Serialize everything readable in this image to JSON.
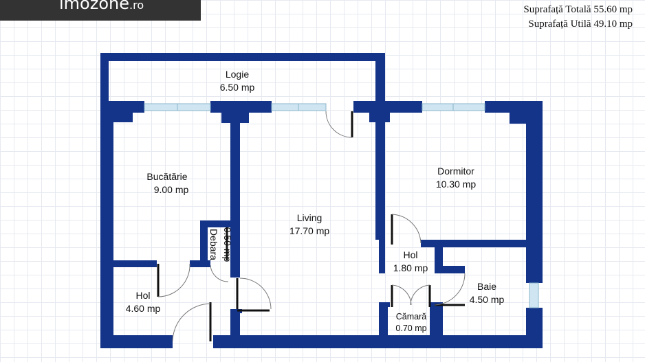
{
  "brand": {
    "name": "imozone",
    "tld": ".ro"
  },
  "totals": {
    "total": "Suprafață Totală 55.60 mp",
    "useful": "Suprafață Utilă 49.10 mp"
  },
  "rooms": {
    "logie": {
      "name": "Logie",
      "area": "6.50 mp"
    },
    "bucatarie": {
      "name": "Bucătărie",
      "area": "9.00 mp"
    },
    "living": {
      "name": "Living",
      "area": "17.70 mp"
    },
    "dormitor": {
      "name": "Dormitor",
      "area": "10.30 mp"
    },
    "debara": {
      "name": "Debara",
      "area": "0.50 mp"
    },
    "hol_entry": {
      "name": "Hol",
      "area": "4.60 mp"
    },
    "hol_mid": {
      "name": "Hol",
      "area": "1.80 mp"
    },
    "baie": {
      "name": "Baie",
      "area": "4.50 mp"
    },
    "camara": {
      "name": "Cămară",
      "area": "0.70 mp"
    }
  },
  "colors": {
    "wall": "#14348a",
    "window": "#cfe6f2",
    "logo_bar": "#333333"
  }
}
